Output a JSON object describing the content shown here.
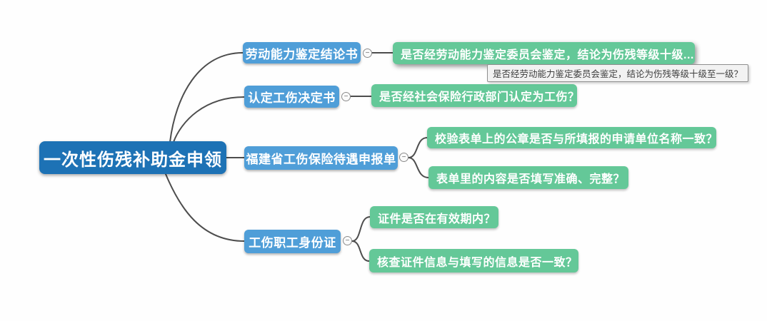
{
  "diagram": {
    "type": "mindmap",
    "root": {
      "label": "一次性伤残补助金申领"
    },
    "branches": [
      {
        "label": "劳动能力鉴定结论书",
        "children": [
          {
            "label": "是否经劳动能力鉴定委员会鉴定，结论为伤残等级十级...",
            "truncated": true,
            "tooltip": "是否经劳动能力鉴定委员会鉴定，结论为伤残等级十级至一级？"
          }
        ]
      },
      {
        "label": "认定工伤决定书",
        "children": [
          {
            "label": "是否经社会保险行政部门认定为工伤？"
          }
        ]
      },
      {
        "label": "福建省工伤保险待遇申报单",
        "children": [
          {
            "label": "校验表单上的公章是否与所填报的申请单位名称一致？"
          },
          {
            "label": "表单里的内容是否填写准确、完整？"
          }
        ]
      },
      {
        "label": "工伤职工身份证",
        "children": [
          {
            "label": "证件是否在有效期内？"
          },
          {
            "label": "核查证件信息与填写的信息是否一致？"
          }
        ]
      }
    ],
    "toggle": {
      "symbol": "−",
      "state": "expanded"
    },
    "colors": {
      "root_node": "#1d72b5",
      "branch_node": "#4f9ed8",
      "leaf_node": "#64c898",
      "connector_line": "#4d4d4d",
      "node_text": "#ffffff",
      "tooltip_bg": "#f2f2f2",
      "tooltip_border": "#8f8f8f",
      "tooltip_text": "#3f3f3f"
    }
  }
}
